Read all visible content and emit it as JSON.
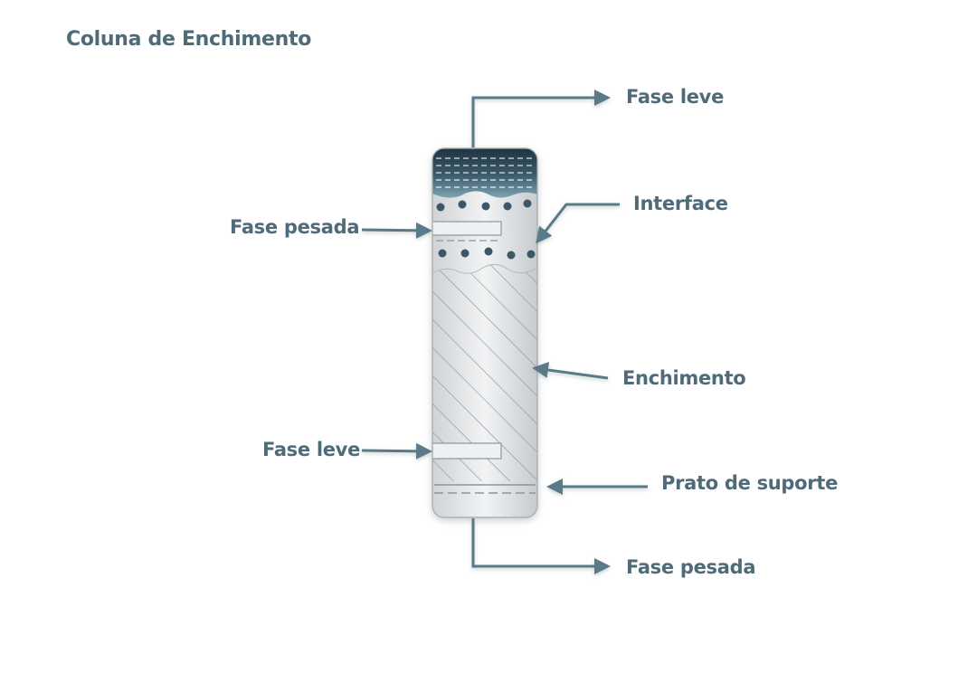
{
  "diagram": {
    "title": "Coluna de Enchimento",
    "labels": {
      "light_phase_out": "Fase leve",
      "interface": "Interface",
      "heavy_phase_in": "Fase pesada",
      "packing": "Enchimento",
      "light_phase_in": "Fase leve",
      "support_plate": "Prato de suporte",
      "heavy_phase_out": "Fase pesada"
    }
  },
  "colors": {
    "arrow": "#5a7a89",
    "label": "#4f6a78",
    "column_fill": "#e6e8ea",
    "column_top": "#263f4d",
    "light_phase_band": "#7ea4b3",
    "droplet": "#3c5866",
    "hatch": "#8e959a"
  }
}
